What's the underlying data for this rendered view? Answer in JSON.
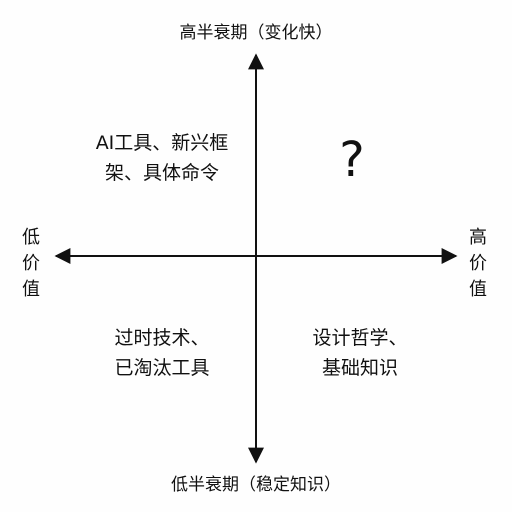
{
  "axes": {
    "top": "高半衰期（变化快）",
    "bottom": "低半衰期（稳定知识）",
    "left": [
      "低",
      "价",
      "值"
    ],
    "right": [
      "高",
      "价",
      "值"
    ]
  },
  "quadrants": {
    "top_left": [
      "AI工具、新兴框",
      "架、具体命令"
    ],
    "top_right": [
      "?"
    ],
    "bottom_left": [
      "过时技术、",
      "已淘汰工具"
    ],
    "bottom_right": [
      "设计哲学、",
      "基础知识"
    ]
  }
}
